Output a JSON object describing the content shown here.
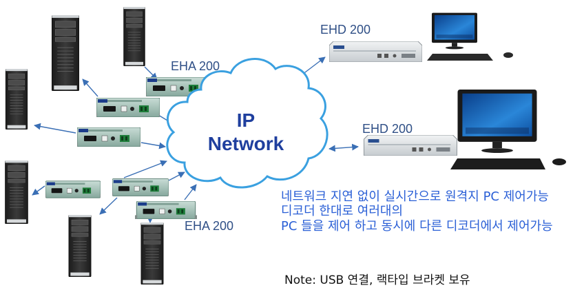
{
  "labels": {
    "eha_top": "EHA 200",
    "eha_bottom": "EHA 200",
    "ehd_top": "EHD 200",
    "ehd_middle": "EHD 200"
  },
  "cloud": {
    "line1": "IP",
    "line2": "Network"
  },
  "description": [
    "네트워크 지연 없이 실시간으로 원격지 PC 제어가능",
    "디코더 한대로 여러대의",
    "PC 들을 제어 하고 동시에 다른 디코더에서 제어가능"
  ],
  "note": "Note: USB 연결, 랙타입 브라켓 보유",
  "colors": {
    "cloud_fill": "#ffffff",
    "cloud_stroke": "#3aa0e0",
    "arrow": "#3a6fb5",
    "label_text": "#2f4f86",
    "description_text": "#2a5fd6",
    "device_body": "#9fbfb6",
    "tower_body": "#2b2b2b"
  },
  "icons": [
    "tower-pc-icon",
    "eha-encoder-icon",
    "ehd-decoder-icon",
    "monitor-icon",
    "keyboard-icon",
    "mouse-icon",
    "cloud-icon"
  ]
}
